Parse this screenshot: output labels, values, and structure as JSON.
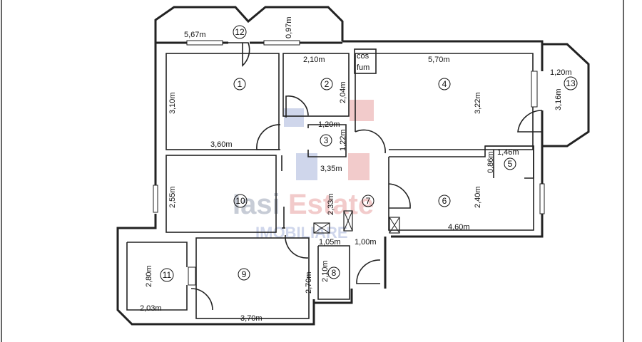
{
  "watermark": {
    "brand_part1": "Iasi",
    "brand_part2": "Estate",
    "tagline": "IMOBILIARE",
    "color_gray": "#9aa3b5",
    "color_red": "#e8a2a2",
    "color_blue": "#a8b6dc"
  },
  "rooms": [
    {
      "id": "room-1",
      "number": "1",
      "dims": [
        "3,10m",
        "3,60m"
      ]
    },
    {
      "id": "room-2",
      "number": "2",
      "dims": [
        "2,10m",
        "2,04m"
      ]
    },
    {
      "id": "room-3",
      "number": "3",
      "dims": [
        "1,20m",
        "1,22m"
      ]
    },
    {
      "id": "room-4",
      "number": "4",
      "dims": [
        "5,70m",
        "3,22m"
      ]
    },
    {
      "id": "room-5",
      "number": "5",
      "dims": [
        "0,86m",
        "1,46m"
      ]
    },
    {
      "id": "room-6",
      "number": "6",
      "dims": [
        "2,40m",
        "4,60m"
      ]
    },
    {
      "id": "room-7",
      "number": "7",
      "dims": [
        "3,35m",
        "2,33m",
        "1,00m"
      ]
    },
    {
      "id": "room-8",
      "number": "8",
      "dims": [
        "2,10m",
        "1,05m"
      ]
    },
    {
      "id": "room-9",
      "number": "9",
      "dims": [
        "2,70m",
        "3,70m"
      ]
    },
    {
      "id": "room-10",
      "number": "10",
      "dims": [
        "2,55m"
      ]
    },
    {
      "id": "room-11",
      "number": "11",
      "dims": [
        "2,80m",
        "2,03m"
      ]
    },
    {
      "id": "room-12",
      "number": "12",
      "dims": [
        "5,67m",
        "0,97m"
      ]
    },
    {
      "id": "room-13",
      "number": "13",
      "dims": [
        "1,20m",
        "3,16m"
      ]
    }
  ],
  "labels": {
    "cos": "cos",
    "fum": "fum"
  }
}
